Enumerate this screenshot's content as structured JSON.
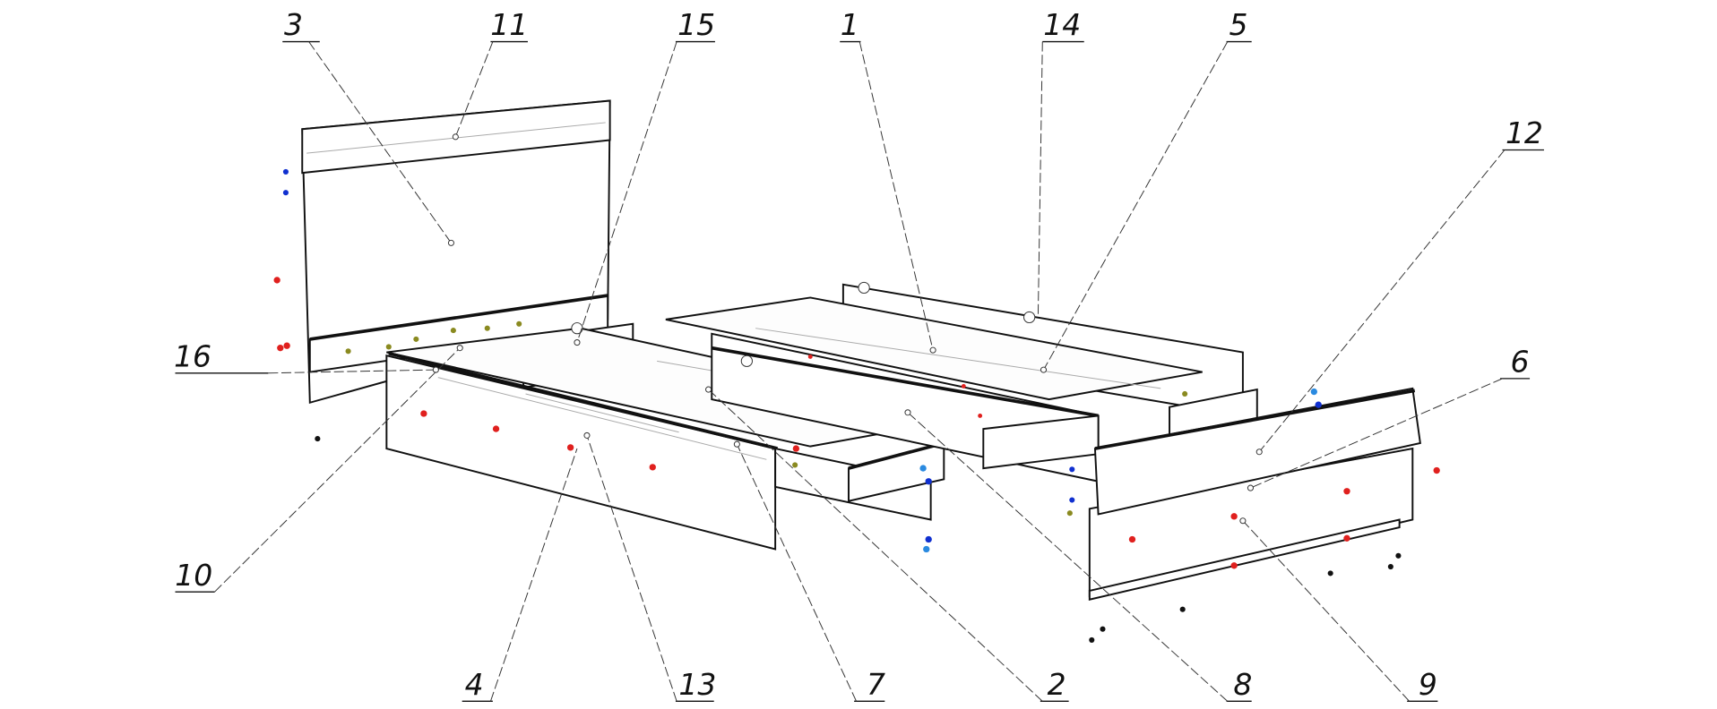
{
  "diagram": {
    "type": "exploded assembly drawing",
    "callouts": [
      {
        "id": "3",
        "label": "3"
      },
      {
        "id": "11",
        "label": "11"
      },
      {
        "id": "15",
        "label": "15"
      },
      {
        "id": "1",
        "label": "1"
      },
      {
        "id": "14",
        "label": "14"
      },
      {
        "id": "5",
        "label": "5"
      },
      {
        "id": "12",
        "label": "12"
      },
      {
        "id": "6",
        "label": "6"
      },
      {
        "id": "16",
        "label": "16"
      },
      {
        "id": "10",
        "label": "10"
      },
      {
        "id": "4",
        "label": "4"
      },
      {
        "id": "13",
        "label": "13"
      },
      {
        "id": "7",
        "label": "7"
      },
      {
        "id": "2",
        "label": "2"
      },
      {
        "id": "8",
        "label": "8"
      },
      {
        "id": "9",
        "label": "9"
      }
    ],
    "colors": {
      "red": "#e0201e",
      "blue": "#1030d0",
      "lightblue": "#2a8ae0",
      "olive": "#8a8a20",
      "black": "#111111"
    }
  }
}
